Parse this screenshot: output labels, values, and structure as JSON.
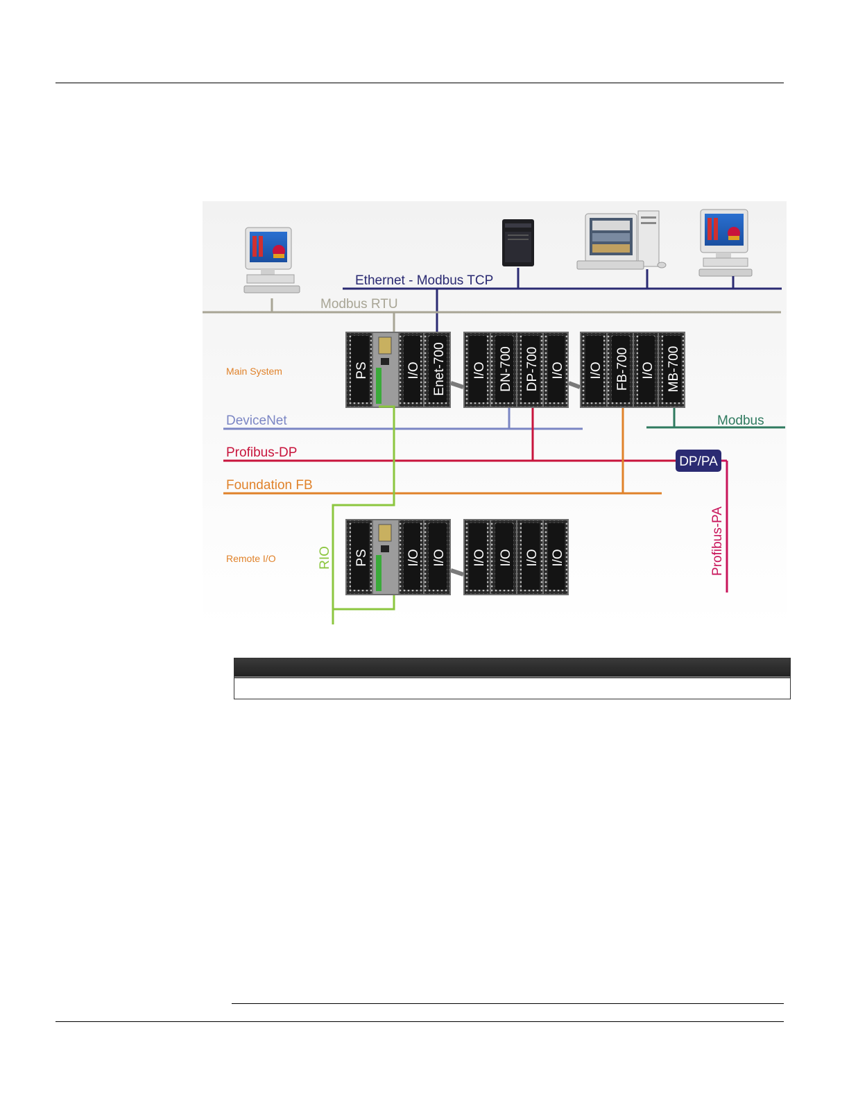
{
  "diagram": {
    "networks": {
      "ethernet": "Ethernet - Modbus TCP",
      "modbus_rtu": "Modbus RTU",
      "devicenet": "DeviceNet",
      "modbus": "Modbus",
      "profibus_dp": "Profibus-DP",
      "foundation": "Foundation FB",
      "dp_pa": "DP/PA",
      "profibus_pa": "Profibus-PA",
      "rio": "RIO"
    },
    "systems": {
      "main": "Main System",
      "remote": "Remote I/O"
    },
    "main_rack": {
      "slot_1": "PS",
      "slot_3": "I/O",
      "slot_4": "Enet-700",
      "slot_5": "I/O",
      "slot_6": "DN-700",
      "slot_7": "DP-700",
      "slot_8": "I/O",
      "slot_9": "I/O",
      "slot_10": "FB-700",
      "slot_11": "I/O",
      "slot_12": "MB-700"
    },
    "remote_rack": {
      "slot_1": "PS",
      "slot_3": "I/O",
      "slot_4": "I/O",
      "slot_5": "I/O",
      "slot_6": "I/O",
      "slot_7": "I/O",
      "slot_8": "I/O"
    },
    "colors": {
      "ethernet": "#2a2a72",
      "modbus_rtu": "#a8a595",
      "devicenet": "#7b86c4",
      "modbus": "#2f7a5f",
      "profibus_dp": "#c8143c",
      "foundation": "#e0822a",
      "rio": "#8cc63f",
      "profibus_pa": "#c8145a"
    }
  }
}
